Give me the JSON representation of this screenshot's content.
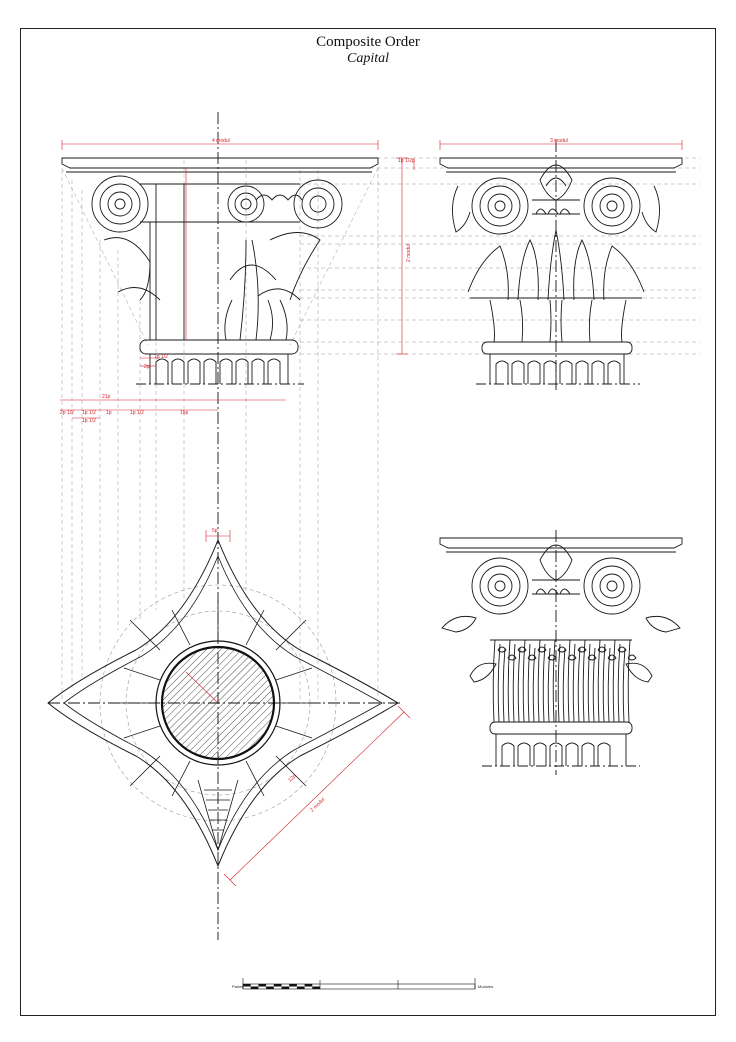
{
  "header": {
    "title": "Composite Order",
    "subtitle": "Capital"
  },
  "dimensions": {
    "top_width_left": "4 modul",
    "top_width_right": "3 modul",
    "abacus_left": "1p 1/2p",
    "abacus_right": "2 modul",
    "small_1": "1p 1/2",
    "small_2": "2p",
    "row1": "21p",
    "row2_a": "2p 1/2",
    "row2_b": "1p 1/2",
    "row2_c": "1p",
    "row2_d": "1p 1/2",
    "row2_e": "15p",
    "row3": "1p 1/2",
    "plan_top": "5p",
    "plan_diag": "2 modul",
    "plan_radius": "12p"
  },
  "scale": {
    "left_label": "Partes",
    "right_label": "Modules"
  },
  "colors": {
    "dimension": "#d4202a",
    "linework": "#1a1a1a",
    "construction": "#888888"
  }
}
